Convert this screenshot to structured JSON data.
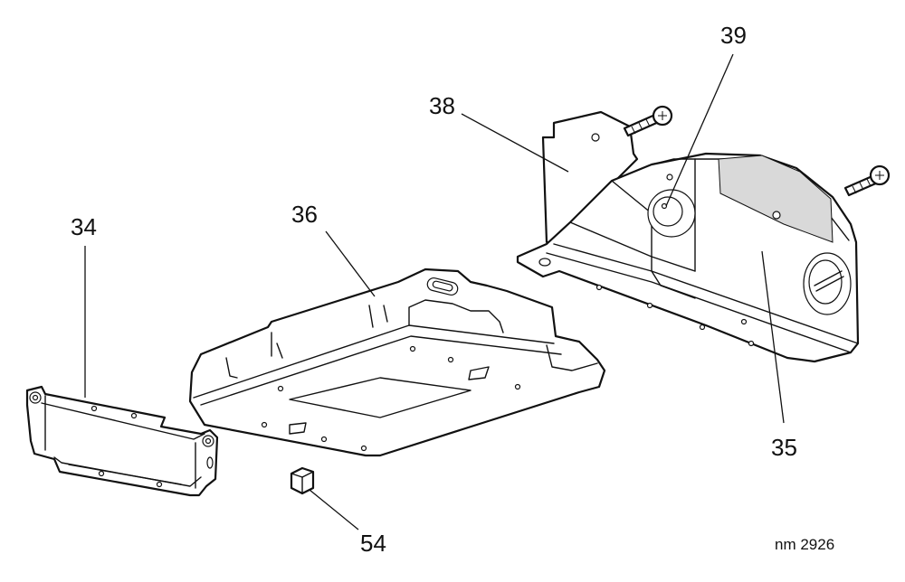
{
  "labels": {
    "part_34": "34",
    "part_35": "35",
    "part_36": "36",
    "part_38": "38",
    "part_39": "39",
    "part_54": "54"
  },
  "drawing_ref": "nm 2926",
  "colors": {
    "line": "#111111",
    "background": "#ffffff",
    "label_panel": "#d9d9d9"
  }
}
